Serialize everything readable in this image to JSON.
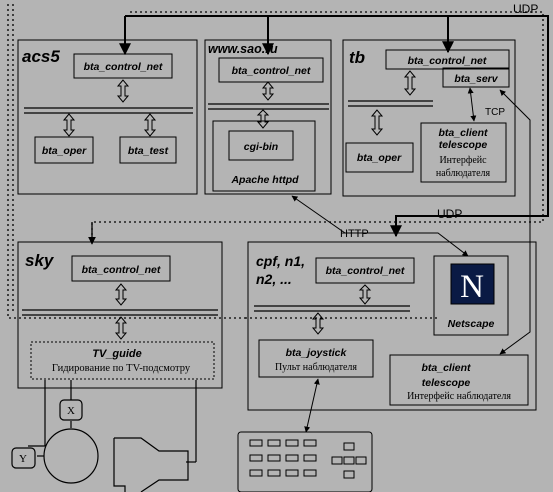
{
  "labels": {
    "udp_top": "UDP",
    "udp_mid": "UDP",
    "tcp": "TCP",
    "http": "HTTP",
    "axis_x": "X",
    "axis_y": "Y",
    "netscape_logo": "N"
  },
  "groups": {
    "acs5": {
      "title": "acs5",
      "control_net": "bta_control_net",
      "oper": "bta_oper",
      "test": "bta_test"
    },
    "sao": {
      "title": "www.sao.ru",
      "control_net": "bta_control_net",
      "cgi": "cgi-bin",
      "apache": "Apache httpd"
    },
    "tb": {
      "title": "tb",
      "control_net": "bta_control_net",
      "serv": "bta_serv",
      "oper": "bta_oper",
      "client_line1": "bta_client",
      "client_line2": "telescope",
      "client_ru_line1": "Интерфейс",
      "client_ru_line2": "наблюдателя"
    },
    "sky": {
      "title": "sky",
      "control_net": "bta_control_net",
      "tvguide": "TV_guide",
      "tvguide_ru": "Гидирование по TV-подсмотру"
    },
    "cpf": {
      "title_line1": "cpf, n1,",
      "title_line2": "n2, ...",
      "control_net": "bta_control_net",
      "netscape": "Netscape",
      "joystick": "bta_joystick",
      "joystick_ru": "Пульт наблюдателя",
      "client_line1": "bta_client",
      "client_line2": "telescope",
      "client_ru": "Интерфейс наблюдателя"
    }
  }
}
